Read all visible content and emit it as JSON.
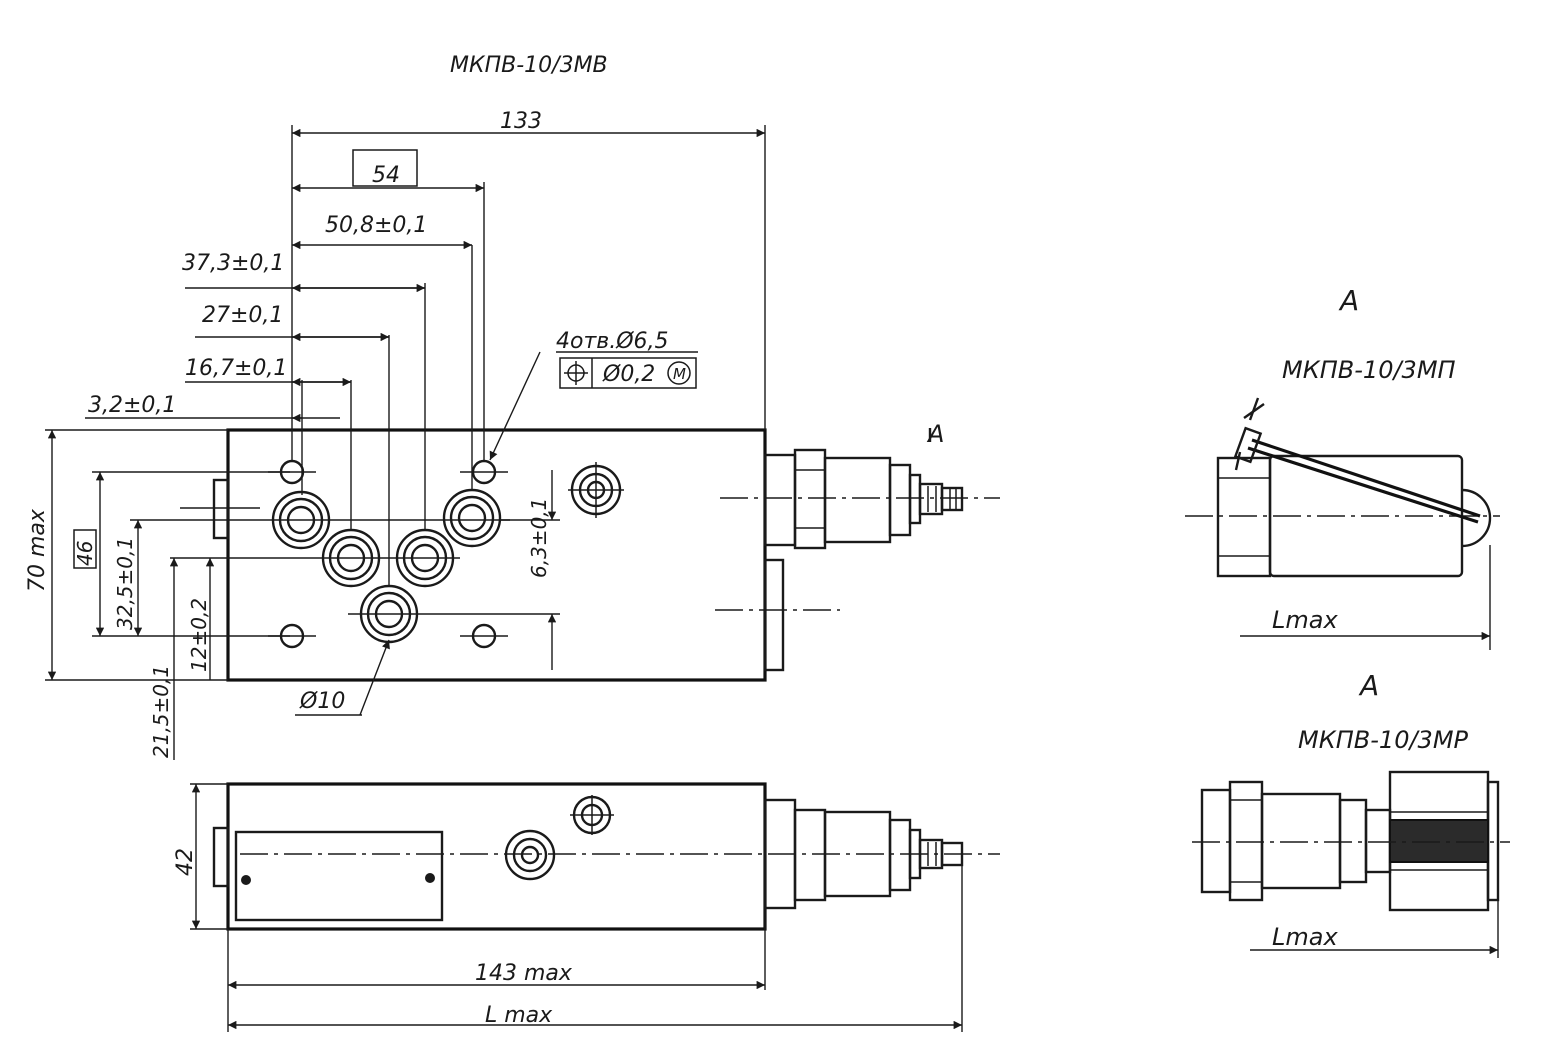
{
  "views": {
    "main_title": "МКПВ-10/3МВ",
    "section_a_label_1": "A",
    "section_a_title_1": "МКПВ-10/3МП",
    "section_a_label_2": "A",
    "section_a_title_2": "МКПВ-10/3МР",
    "view_arrow_label": "A"
  },
  "dimensions": {
    "d133": "133",
    "d54": "54",
    "d50_8": "50,8±0,1",
    "d37_3": "37,3±0,1",
    "d27": "27±0,1",
    "d16_7": "16,7±0,1",
    "d3_2": "3,2±0,1",
    "holes": "4отв.Ø6,5",
    "tolerance": "Ø0,2",
    "tolerance_modifier": "M",
    "d70max": "70 max",
    "d46": "46",
    "d32_5": "32,5±0,1",
    "d12": "12±0,2",
    "d21_5": "21,5±0,1",
    "d6_3": "6,3±0,1",
    "d10": "Ø10",
    "d42": "42",
    "d143max": "143 max",
    "lmax": "L max",
    "lmax_p": "Lmax",
    "lmax_r": "Lmax"
  }
}
